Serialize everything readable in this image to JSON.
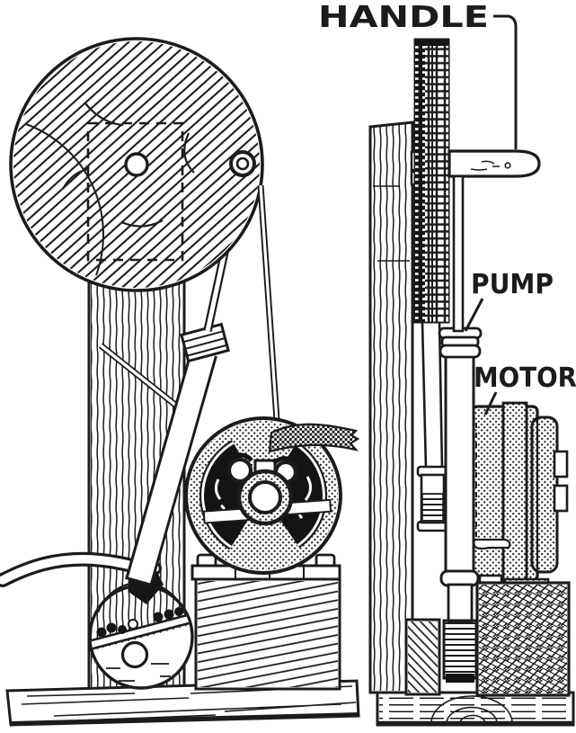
{
  "figure": {
    "background_color": "#ffffff",
    "ink_color": "#1c1c1c"
  },
  "labels": {
    "handle": "HANDLE",
    "pump": "PUMP",
    "motor": "MOTOR"
  }
}
